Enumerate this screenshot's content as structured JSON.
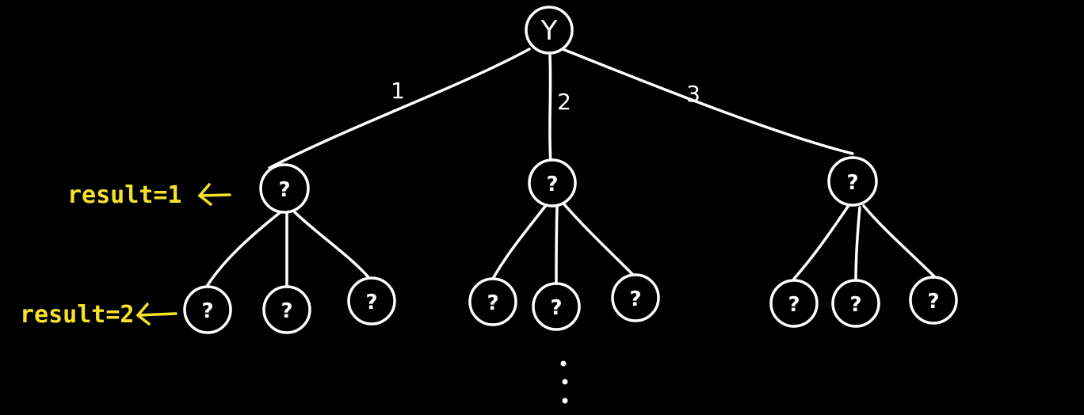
{
  "colors": {
    "background": "#000000",
    "ink": "#ffffff",
    "annotation": "#f5e22a"
  },
  "tree": {
    "root": {
      "label": "Y"
    },
    "edges": [
      "1",
      "2",
      "3"
    ],
    "level1_label": "?",
    "level2_label": "?",
    "continuation": "⋮"
  },
  "annotations": {
    "level1": "result=1",
    "level2": "result=2"
  }
}
